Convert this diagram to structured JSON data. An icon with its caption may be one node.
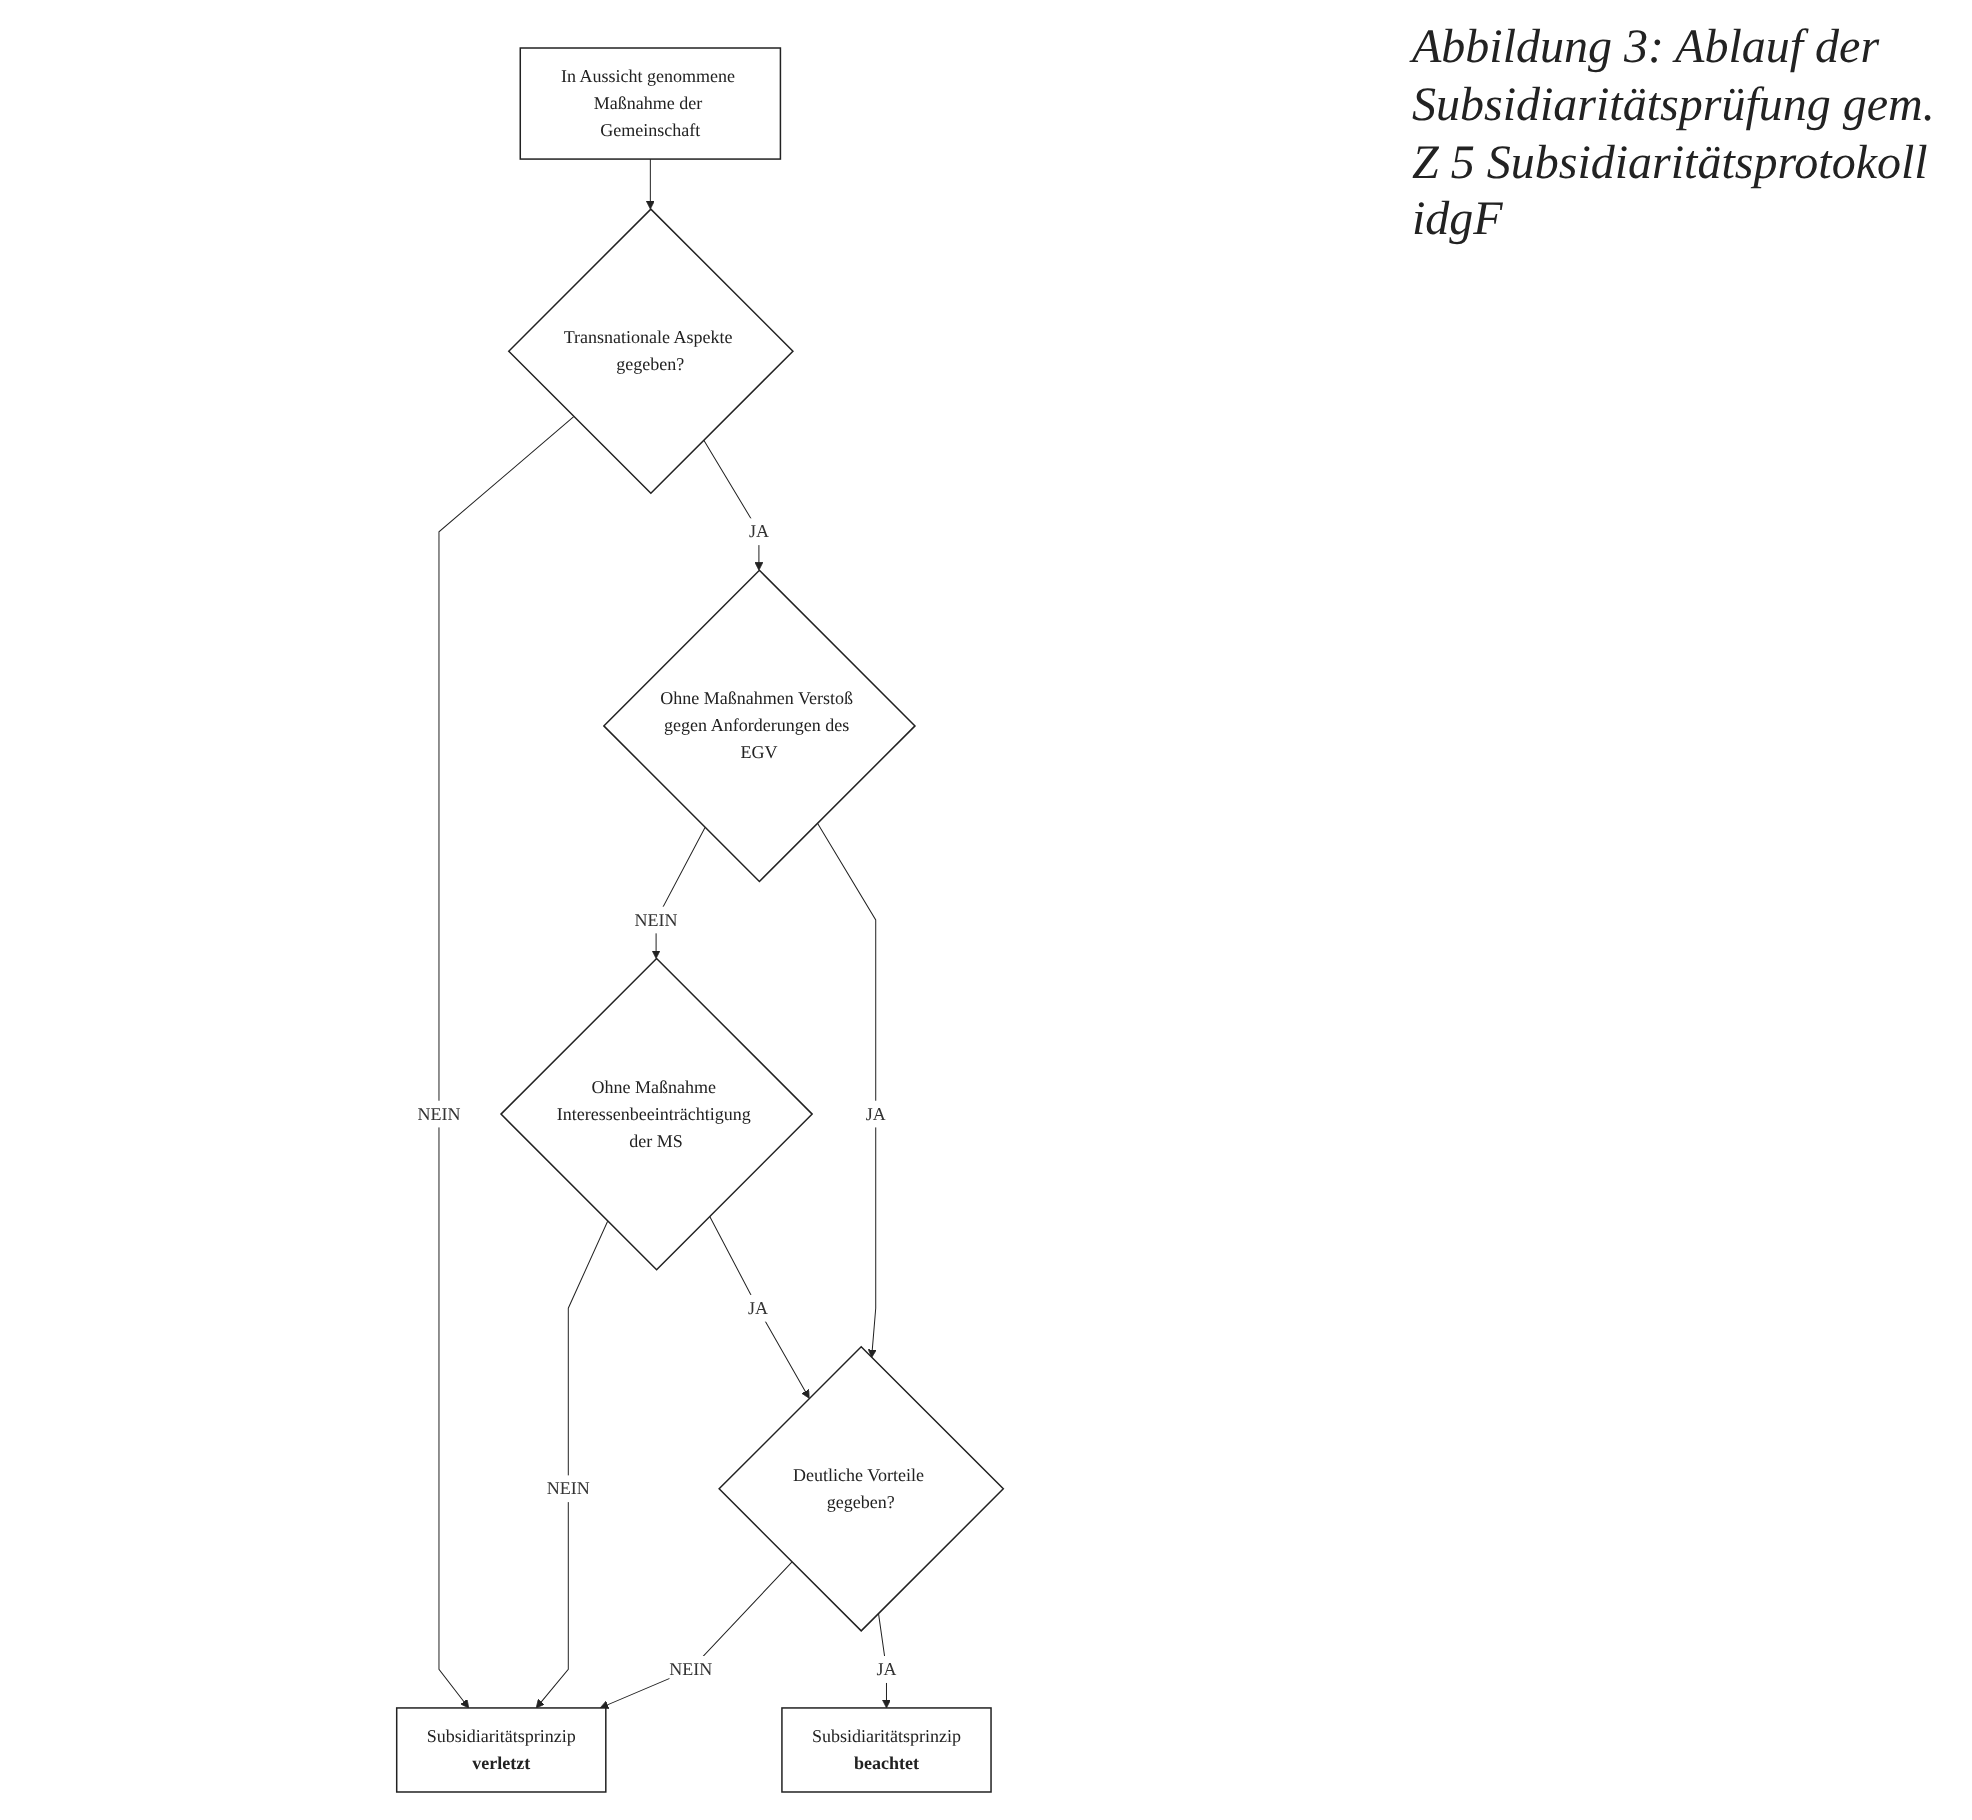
{
  "diagram": {
    "caption": "Abbildung 3: Ablauf der Subsidiaritätsprüfung gem. Z 5 Subsidiaritätsprotokoll idgF",
    "nodes": [
      {
        "text": [
          "In Aussicht genommene Maßnahme der Gemeinschaft"
        ]
      },
      {
        "text": [
          "Transnationale Aspekte gegeben?"
        ]
      },
      {
        "text": [
          "Ohne Maßnahmen Verstoß gegen Anforderungen des EGV"
        ]
      },
      {
        "text": [
          "Ohne Maßnahme Interessenbeeinträchtigung der MS"
        ]
      },
      {
        "text": [
          "Deutliche Vorteile gegeben?"
        ]
      },
      {
        "text": [
          "Subsidiaritätsprinzip **beachtet**"
        ]
      },
      {
        "text": [
          "Subsidiaritätsprinzip **verletzt**"
        ]
      }
    ],
    "edges": [
      {
        "from": 0,
        "to": 1,
        "arrow": "to"
      },
      {
        "from": 1,
        "to": 6,
        "label": "NEIN",
        "arrow": "to"
      },
      {
        "from": 1,
        "to": 2,
        "label": "JA",
        "arrow": "to"
      },
      {
        "from": 2,
        "to": 3,
        "label": "NEIN",
        "arrow": "to"
      },
      {
        "from": 2,
        "to": 4,
        "label": "JA",
        "arrow": "to"
      },
      {
        "from": 3,
        "to": 6,
        "label": "NEIN",
        "arrow": "to"
      },
      {
        "from": 3,
        "to": 4,
        "label": "JA",
        "arrow": "to"
      },
      {
        "from": 4,
        "to": 6,
        "label": "NEIN",
        "arrow": "to"
      },
      {
        "from": 4,
        "to": 5,
        "label": "JA",
        "arrow": "to"
      }
    ]
  }
}
